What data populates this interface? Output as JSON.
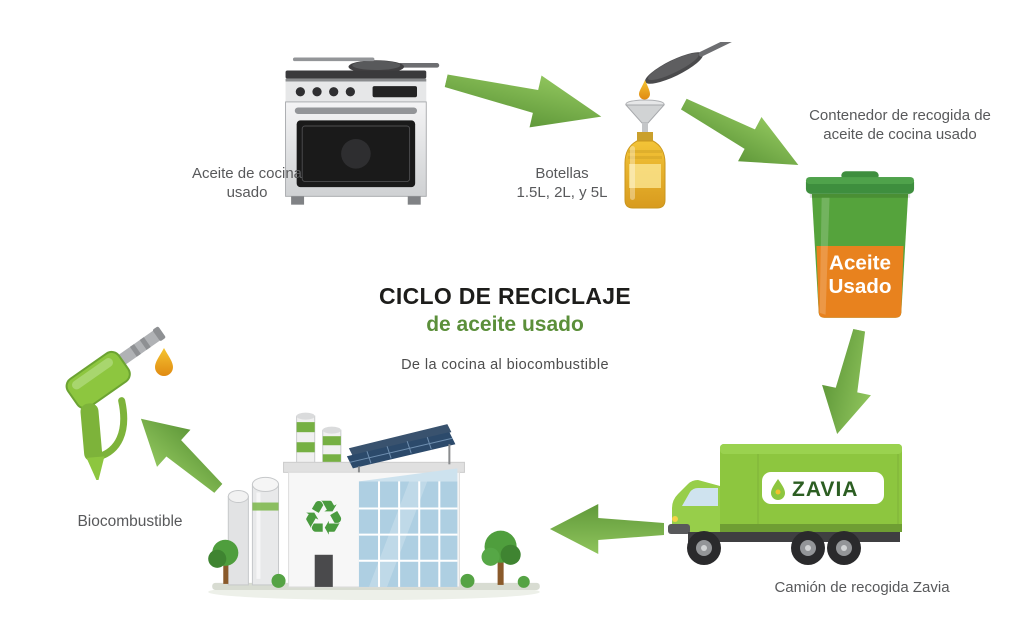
{
  "title": {
    "main": "CICLO DE RECICLAJE",
    "highlight": "de aceite usado",
    "subtitle": "De la cocina al biocombustible"
  },
  "labels": {
    "used_oil": "Aceite de cocina usado",
    "bottles_line1": "Botellas",
    "bottles_line2": "1.5L, 2L, y 5L",
    "container": "Contenedor de recogida de aceite de cocina usado",
    "truck": "Camión de recogida Zavia",
    "biofuel": "Biocombustible"
  },
  "bin": {
    "line1": "Aceite",
    "line2": "Usado"
  },
  "truck_logo": "ZAVIA",
  "icons": {
    "recycle": "♻"
  },
  "colors": {
    "arrow_green": "#7cb34c",
    "arrow_green_dark": "#60993a",
    "leaf_green": "#8dc63f",
    "bin_green": "#55a33c",
    "bin_orange": "#e8821e",
    "title_green": "#5b8f3a",
    "label_gray": "#58595b",
    "oil_yellow": "#eebc2f"
  }
}
